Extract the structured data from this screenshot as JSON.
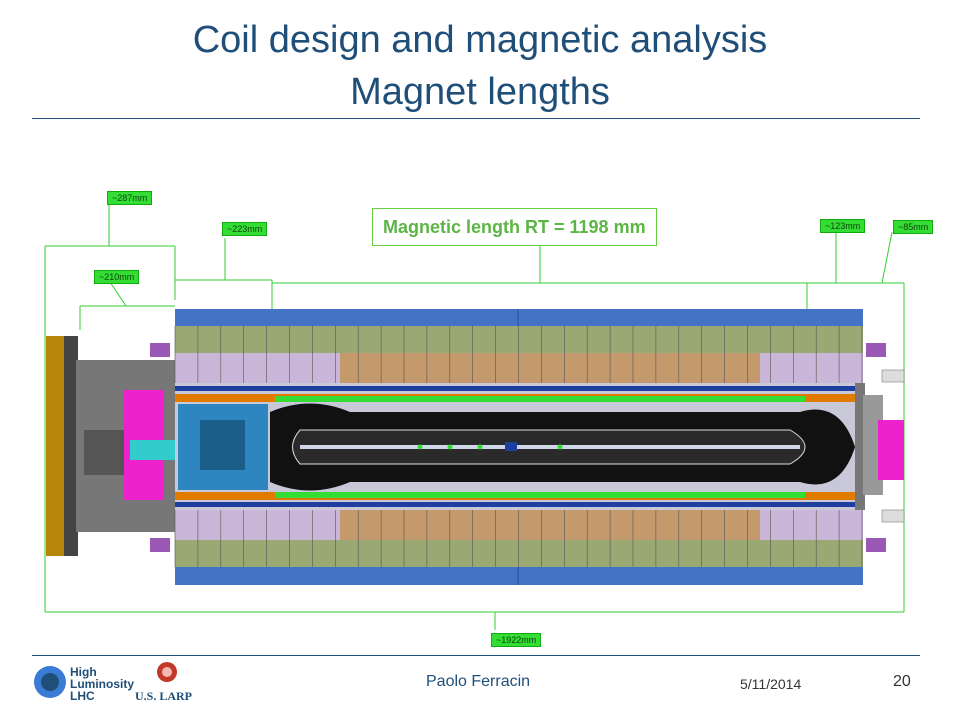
{
  "slide": {
    "title_line1": "Coil design and magnetic analysis",
    "title_line2": "Magnet lengths"
  },
  "dimensions": {
    "d287": "~287mm",
    "d223": "~223mm",
    "d210": "~210mm",
    "d123": "~123mm",
    "d85": "~85mm",
    "d1922": "~1922mm",
    "magnetic_length": "Magnetic length RT = 1198 mm"
  },
  "logos": {
    "hilumi_1": "High",
    "hilumi_2": "Luminosity",
    "hilumi_3": "LHC",
    "larp": "U.S. LARP"
  },
  "footer": {
    "author": "Paolo Ferracin",
    "date": "5/11/2014",
    "page": "20"
  },
  "colors": {
    "title": "#1f4e79",
    "dimension_fill": "#33dd33",
    "magnetic_length_text": "#5cb544"
  }
}
